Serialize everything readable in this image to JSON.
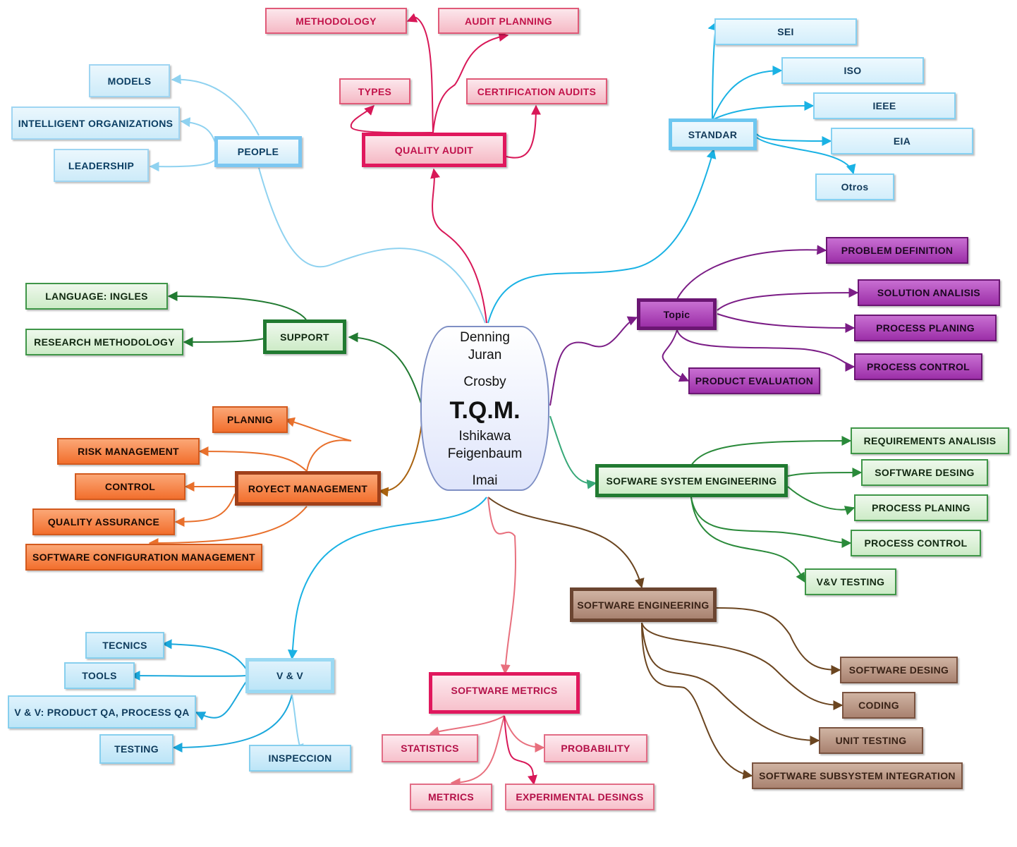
{
  "center": {
    "names_top": [
      "Denning",
      "Juran"
    ],
    "name_mid": "Crosby",
    "title": "T.Q.M.",
    "names_bottom": [
      "Ishikawa",
      "Feigenbaum"
    ],
    "name_last": "Imai"
  },
  "people": {
    "label": "PEOPLE",
    "items": [
      "MODELS",
      "INTELLIGENT ORGANIZATIONS",
      "LEADERSHIP"
    ]
  },
  "quality_audit": {
    "label": "QUALITY AUDIT",
    "items": [
      "METHODOLOGY",
      "AUDIT PLANNING",
      "TYPES",
      "CERTIFICATION AUDITS"
    ]
  },
  "standar": {
    "label": "STANDAR",
    "items": [
      "SEI",
      "ISO",
      "IEEE",
      "EIA",
      "Otros"
    ]
  },
  "topic": {
    "label": "Topic",
    "items": [
      "PROBLEM DEFINITION",
      "SOLUTION ANALISIS",
      "PROCESS PLANING",
      "PROCESS CONTROL",
      "PRODUCT EVALUATION"
    ]
  },
  "support": {
    "label": "SUPPORT",
    "items": [
      "LANGUAGE: INGLES",
      "RESEARCH METHODOLOGY"
    ]
  },
  "royect": {
    "label": "ROYECT MANAGEMENT",
    "items": [
      "PLANNIG",
      "RISK MANAGEMENT",
      "CONTROL",
      "QUALITY ASSURANCE",
      "SOFTWARE CONFIGURATION MANAGEMENT"
    ]
  },
  "sse": {
    "label": "SOFWARE SYSTEM ENGINEERING",
    "items": [
      "REQUIREMENTS ANALISIS",
      "SOFTWARE DESING",
      "PROCESS PLANING",
      "PROCESS CONTROL",
      "V&V TESTING"
    ]
  },
  "se": {
    "label": "SOFTWARE ENGINEERING",
    "items": [
      "SOFTWARE DESING",
      "CODING",
      "UNIT TESTING",
      "SOFTWARE SUBSYSTEM INTEGRATION"
    ]
  },
  "vv": {
    "label": "V & V",
    "items": [
      "TECNICS",
      "TOOLS",
      "V & V: PRODUCT QA, PROCESS QA",
      "TESTING",
      "INSPECCION"
    ]
  },
  "metrics": {
    "label": "SOFTWARE METRICS",
    "items": [
      "STATISTICS",
      "PROBABILITY",
      "METRICS",
      "EXPERIMENTAL DESINGS"
    ]
  },
  "colors": {
    "people": "#8ccff3",
    "quality_audit": "#d81858",
    "standar": "#1ab2e4",
    "topic": "#7b1d86",
    "support": "#217a31",
    "royect": "#e8702c",
    "sse": "#2a8a3a",
    "se": "#6b4520",
    "vv": "#1ba8dc",
    "metrics": "#e8707e"
  }
}
